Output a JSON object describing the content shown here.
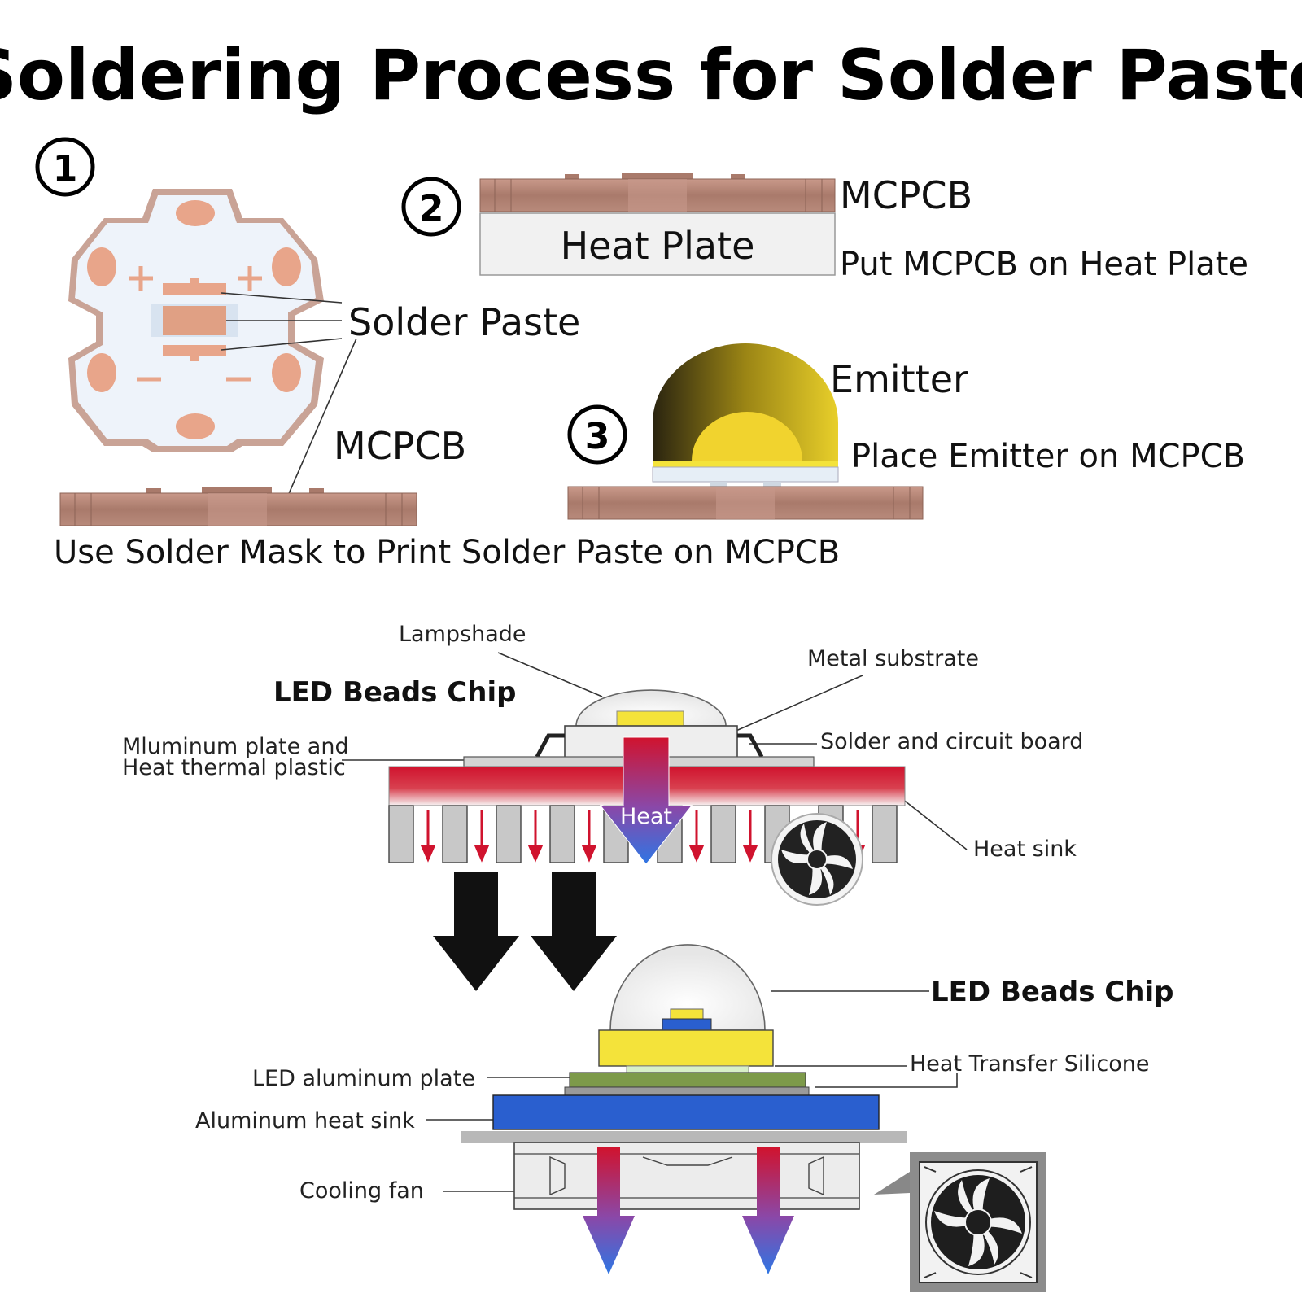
{
  "title": "Soldering Process for Solder Paste",
  "steps": [
    {
      "number": "①",
      "caption": "Use Solder Mask to Print Solder Paste on MCPCB",
      "labels": {
        "paste": "Solder Paste",
        "board": "MCPCB"
      }
    },
    {
      "number": "②",
      "caption": "Put MCPCB on Heat Plate",
      "labels": {
        "plate": "Heat Plate",
        "board": "MCPCB"
      }
    },
    {
      "number": "③",
      "caption": "Place Emitter on MCPCB",
      "labels": {
        "emitter": "Emitter"
      }
    }
  ],
  "diagram_top": {
    "heading": "LED Beads Chip",
    "labels": {
      "lampshade": "Lampshade",
      "metal_substrate": "Metal substrate",
      "solder_board": "Solder and circuit board",
      "al_plate_line1": "Mluminum plate and",
      "al_plate_line2": "Heat thermal plastic",
      "heat": "Heat",
      "heat_sink": "Heat sink"
    }
  },
  "diagram_bottom": {
    "heading": "LED Beads Chip",
    "labels": {
      "silicone": "Heat Transfer Silicone",
      "al_plate": "LED aluminum plate",
      "al_sink": "Aluminum heat sink",
      "fan": "Cooling fan"
    }
  },
  "colors": {
    "copper": "#b07d6e",
    "pad": "#e8a58a",
    "heat_red": "#c8102e",
    "arrow_blue": "#3a6fd8",
    "blue_sink": "#2a5fcf",
    "yellow": "#f4e33a",
    "green": "#7d9a4a"
  }
}
